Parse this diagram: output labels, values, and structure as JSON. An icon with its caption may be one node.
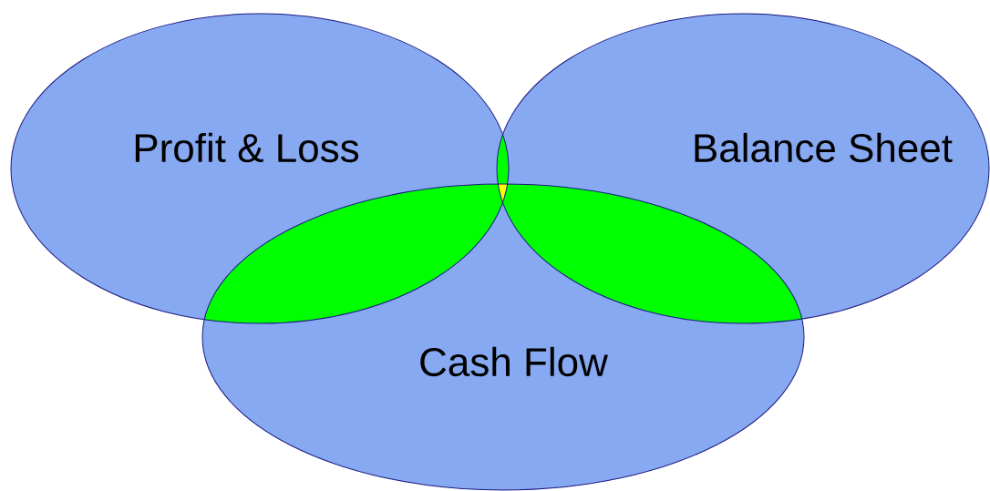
{
  "diagram": {
    "nodes": [
      {
        "text": [
          "Profit & Loss"
        ]
      },
      {
        "text": [
          "Balance Sheet"
        ]
      },
      {
        "text": [
          "Cash Flow"
        ]
      }
    ]
  }
}
